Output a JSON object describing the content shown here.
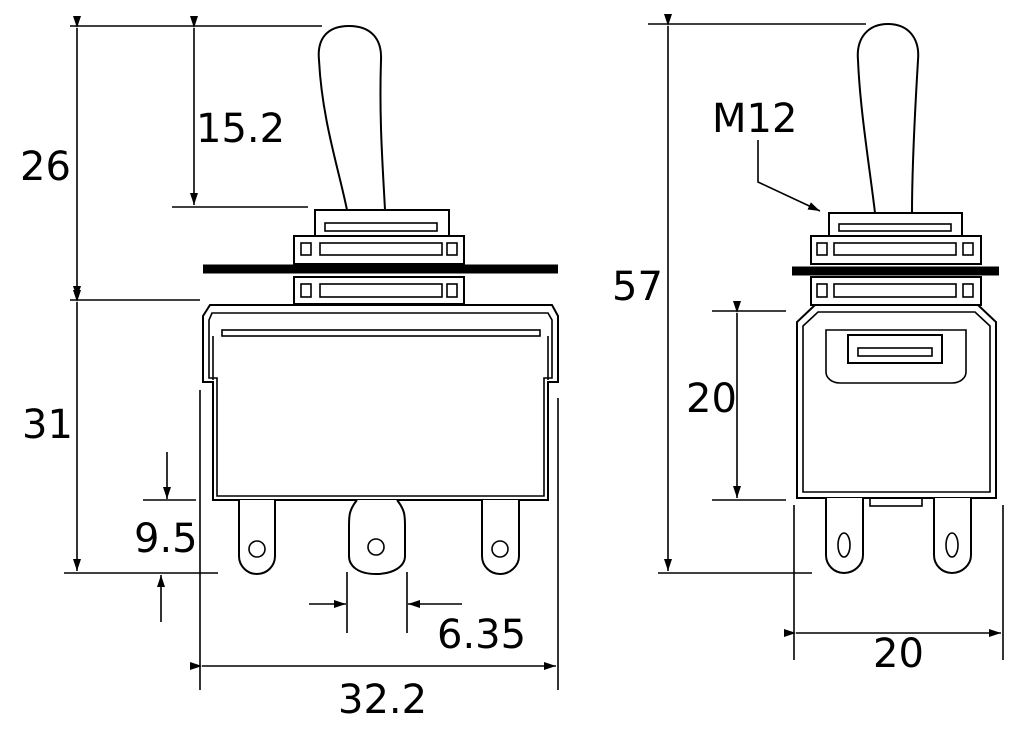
{
  "front_view": {
    "dimensions": {
      "toggle_height": "26",
      "lever_height": "15.2",
      "body_height": "31",
      "terminal_height": "9.5",
      "terminal_pitch": "6.35",
      "body_width": "32.2"
    }
  },
  "side_view": {
    "thread_label": "M12",
    "dimensions": {
      "total_height": "57",
      "body_height": "20",
      "body_width": "20"
    }
  }
}
